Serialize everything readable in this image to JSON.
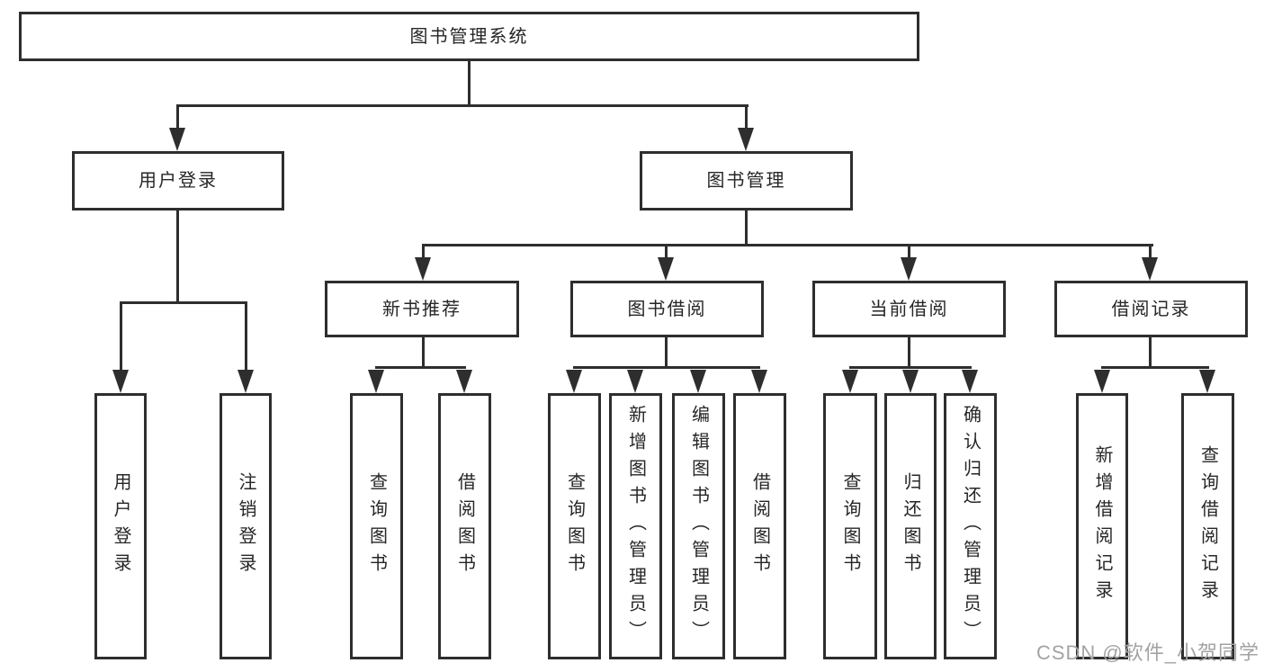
{
  "page": {
    "background": "#ffffff"
  },
  "colors": {
    "line": "#2e2e2e",
    "text": "#262626",
    "watermark": "#a3a3a3"
  },
  "diagram": {
    "root": {
      "label": "图书管理系统"
    },
    "branches": [
      {
        "label": "用户登录",
        "children": [
          {
            "label": "用户登录"
          },
          {
            "label": "注销登录"
          }
        ]
      },
      {
        "label": "图书管理",
        "children": [
          {
            "label": "新书推荐",
            "children": [
              {
                "label": "查询图书"
              },
              {
                "label": "借阅图书"
              }
            ]
          },
          {
            "label": "图书借阅",
            "children": [
              {
                "label": "查询图书"
              },
              {
                "label": "新增图书（管理员）"
              },
              {
                "label": "编辑图书（管理员）"
              },
              {
                "label": "借阅图书"
              }
            ]
          },
          {
            "label": "当前借阅",
            "children": [
              {
                "label": "查询图书"
              },
              {
                "label": "归还图书"
              },
              {
                "label": "确认归还（管理员）"
              }
            ]
          },
          {
            "label": "借阅记录",
            "children": [
              {
                "label": "新增借阅记录"
              },
              {
                "label": "查询借阅记录"
              }
            ]
          }
        ]
      }
    ]
  },
  "watermark": {
    "text": "CSDN @软件_小贺同学"
  }
}
